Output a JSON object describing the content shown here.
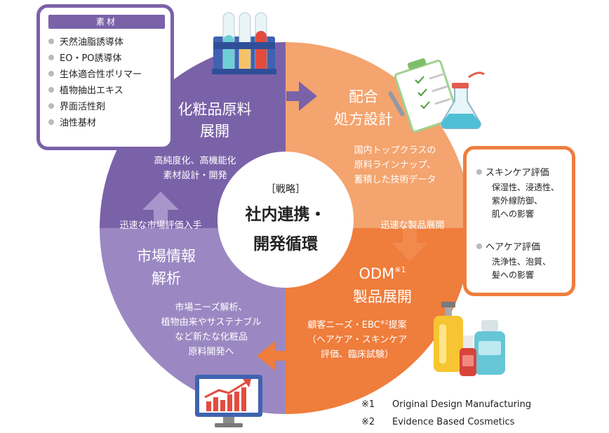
{
  "materials": {
    "title": "素材",
    "items": [
      "天然油脂誘導体",
      "EO・PO誘導体",
      "生体適合性ポリマー",
      "植物抽出エキス",
      "界面活性剤",
      "油性基材"
    ]
  },
  "quadrants": {
    "top_left": {
      "title_line1": "化粧品原料",
      "title_line2": "展開",
      "desc_line1": "高純度化、高機能化",
      "desc_line2": "素材設計・開発"
    },
    "top_right": {
      "title_line1": "配合",
      "title_line2": "処方設計",
      "desc_line1": "国内トップクラスの",
      "desc_line2": "原料ラインナップ、",
      "desc_line3": "蓄積した技術データ"
    },
    "bottom_right": {
      "title_line1": "ODM",
      "title_sup": "※1",
      "title_line2": "製品展開",
      "desc_line1": "顧客ニーズ・EBC",
      "desc_sup": "※2",
      "desc_line1_end": "提案",
      "desc_line2": "（ヘアケア・スキンケア",
      "desc_line3": "評価、臨床試験）"
    },
    "bottom_left": {
      "title_line1": "市場情報",
      "title_line2": "解析",
      "desc_line1": "市場ニーズ解析、",
      "desc_line2": "植物由来やサステナブル",
      "desc_line3": "など新たな化粧品",
      "desc_line4": "原料開発へ"
    }
  },
  "arrows": {
    "left": "迅速な市場評価入手",
    "right": "迅速な製品展開"
  },
  "center": {
    "label": "［戦略］",
    "line1": "社内連携・",
    "line2": "開発循環"
  },
  "evaluations": {
    "skin": {
      "title": "スキンケア評価",
      "lines": [
        "保湿性、浸透性、",
        "紫外線防御、",
        "肌への影響"
      ]
    },
    "hair": {
      "title": "ヘアケア評価",
      "lines": [
        "洗浄性、泡質、",
        "髪への影響"
      ]
    }
  },
  "footnotes": [
    {
      "mark": "※1",
      "text": "Original Design Manufacturing"
    },
    {
      "mark": "※2",
      "text": "Evidence Based Cosmetics"
    }
  ],
  "colors": {
    "purple_dark": "#7a62a8",
    "purple_light": "#9b88c2",
    "orange_light": "#f4a46e",
    "orange_dark": "#ef7d3c"
  }
}
